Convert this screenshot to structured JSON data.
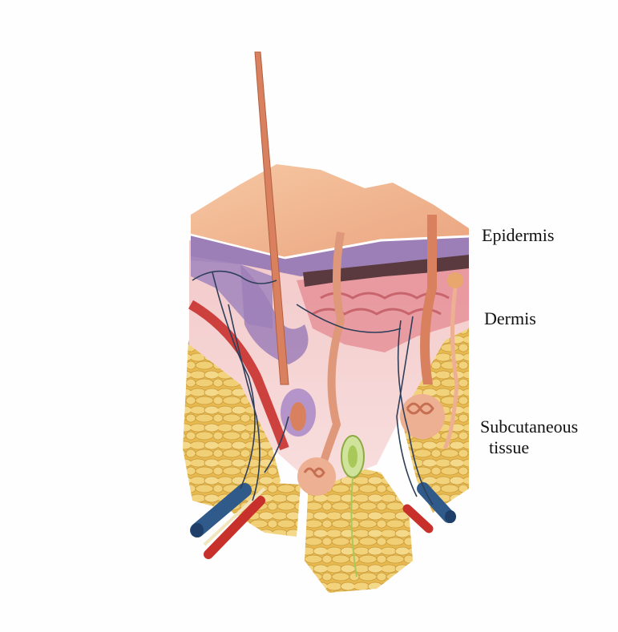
{
  "figure": {
    "subject": "skin cross-section",
    "labels": {
      "epidermis": "Epidermis",
      "dermis": "Dermis",
      "subcutaneous_line1": "Subcutaneous",
      "subcutaneous_line2": "tissue"
    }
  },
  "colors": {
    "epidermis_surface": "#efb08e",
    "epidermis_basal": "#9a7fb3",
    "dermis": "#f1c3c7",
    "subcutaneous_fat": "#ecc567",
    "artery": "#c8302c",
    "vein": "#2f5a8a",
    "nerve": "#a8c95a",
    "hair": "#d9805e"
  }
}
